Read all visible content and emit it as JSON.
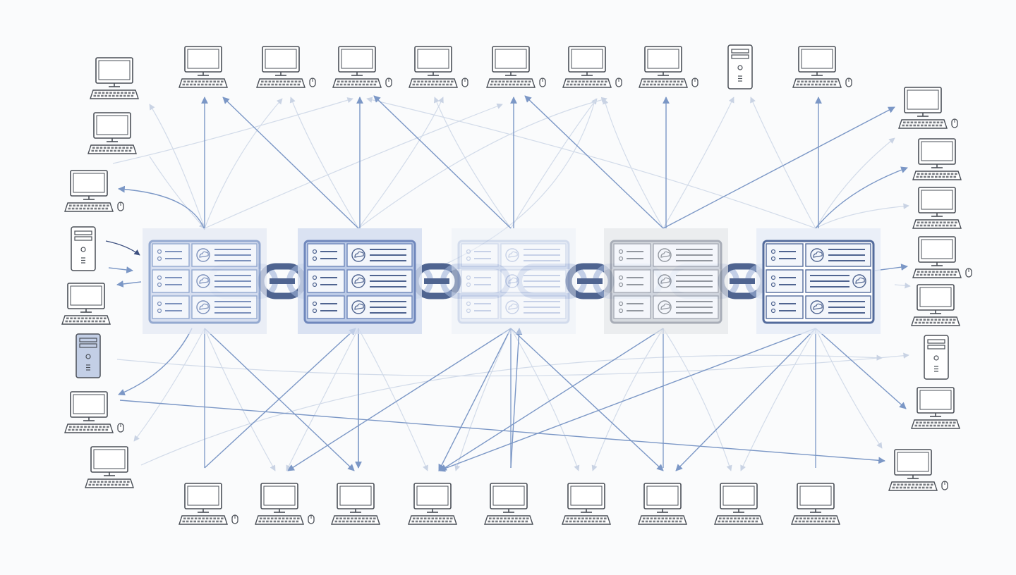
{
  "diagram": {
    "topic": "blockchain-network",
    "colors": {
      "background": "#fafbfc",
      "node_stroke": "#4a4f57",
      "accent_dark": "#4f6490",
      "accent_mid": "#7d95c4",
      "accent_light": "#c6d2e8",
      "arrow_strong": "#7b97c6",
      "arrow_faint": "#d2dbe9",
      "grey_block": "#9aa0ab"
    },
    "blocks": [
      {
        "icon": "server-rack-icon",
        "shade": "light-blue",
        "opacity": 0.9
      },
      {
        "icon": "server-rack-icon",
        "shade": "mid-blue",
        "opacity": 1.0
      },
      {
        "icon": "server-rack-icon",
        "shade": "pale-blue",
        "opacity": 0.55
      },
      {
        "icon": "server-rack-icon",
        "shade": "grey",
        "opacity": 0.85
      },
      {
        "icon": "server-rack-icon",
        "shade": "dark-blue",
        "opacity": 1.0
      }
    ],
    "chain_links": 4,
    "nodes": {
      "top_row": [
        "pc",
        "pc",
        "pc",
        "pc",
        "pc",
        "pc",
        "pc",
        "tower",
        "pc"
      ],
      "bottom_row": [
        "pc",
        "pc",
        "pc",
        "pc",
        "pc",
        "pc",
        "pc",
        "pc",
        "pc"
      ],
      "left_column": [
        "pc",
        "pc",
        "pc",
        "tower",
        "pc",
        "tower-blue",
        "pc",
        "pc"
      ],
      "right_column": [
        "pc",
        "pc",
        "pc",
        "pc",
        "pc",
        "tower",
        "pc",
        "pc"
      ]
    }
  }
}
